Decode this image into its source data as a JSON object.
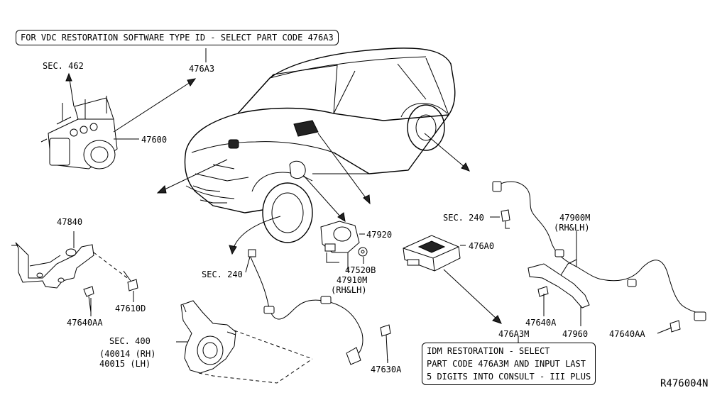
{
  "notes": {
    "top_banner": "FOR VDC RESTORATION SOFTWARE TYPE ID - SELECT PART CODE 476A3",
    "idm_line1": "IDM RESTORATION - SELECT",
    "idm_line2": "PART CODE 476A3M AND INPUT LAST",
    "idm_line3": "5 DIGITS INTO CONSULT - III PLUS"
  },
  "labels": {
    "sec_462": "SEC. 462",
    "p476A3": "476A3",
    "p47600": "47600",
    "p47840": "47840",
    "p47610D": "47610D",
    "p47640AA_left": "47640AA",
    "sec_240_left": "SEC. 240",
    "sec_400": "SEC. 400",
    "p40014": "(40014 (RH)",
    "p40015": " 40015 (LH)",
    "p47630A": "47630A",
    "p47920": "47920",
    "p47520B": "47520B",
    "p47910M": "47910M",
    "p47910M_side": "(RH&LH)",
    "p476A0": "476A0",
    "sec_240_right": "SEC. 240",
    "p47900M": "47900M",
    "p47900M_side": "(RH&LH)",
    "p47640A": "47640A",
    "p47960": "47960",
    "p47640AA_right": "47640AA",
    "p476A3M": "476A3M",
    "ref_code": "R476004N"
  }
}
